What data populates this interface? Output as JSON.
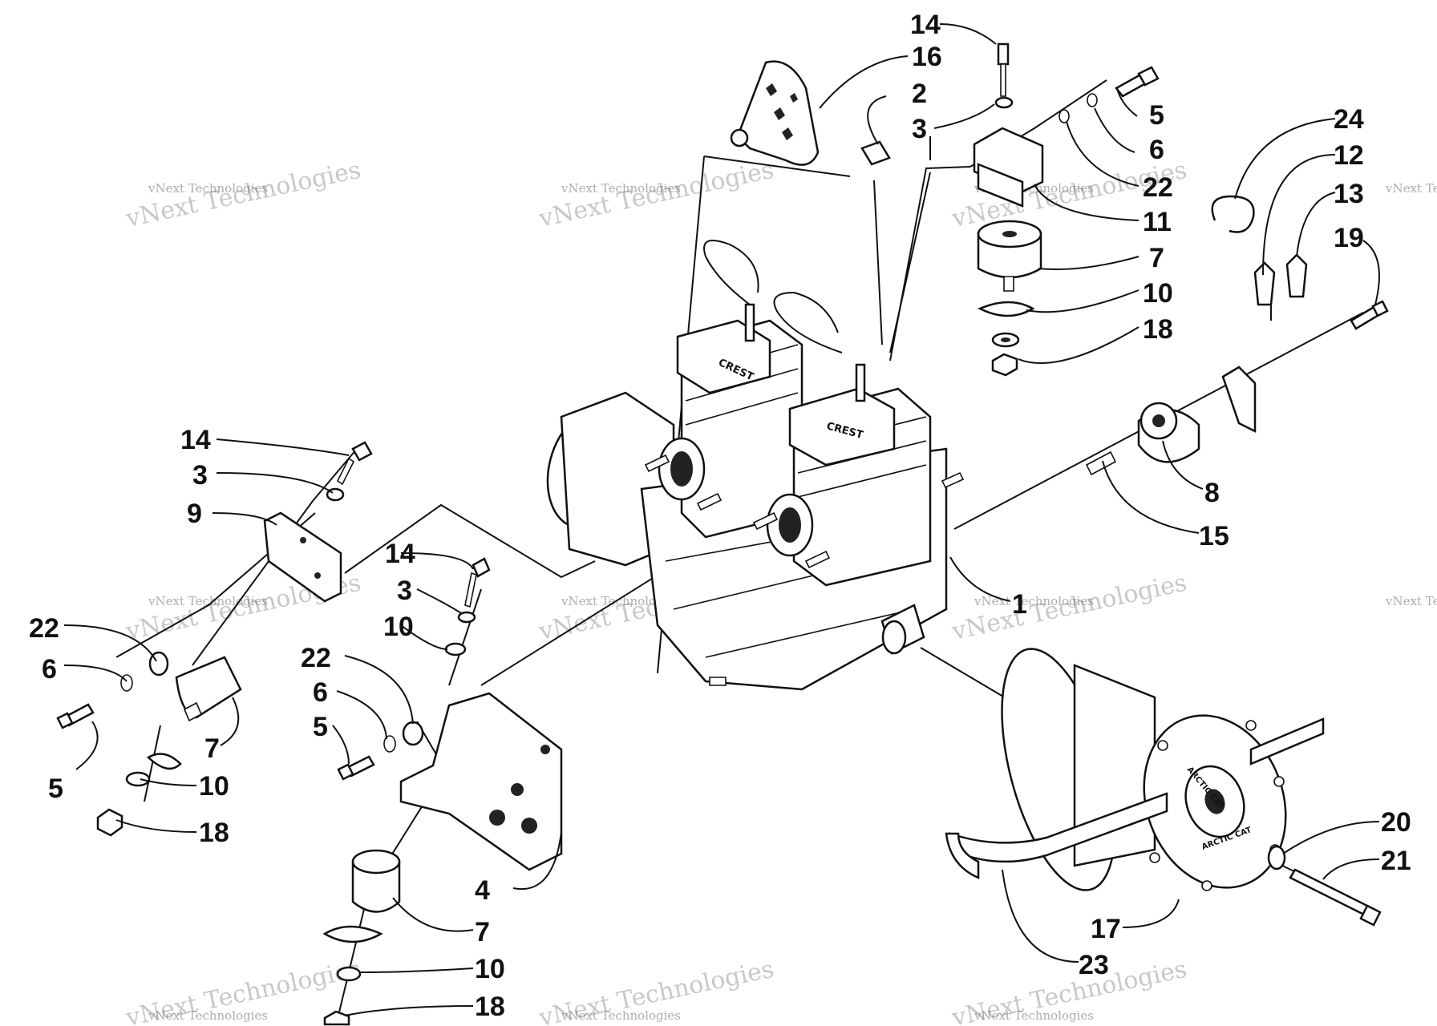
{
  "watermark": {
    "big": "vNext Technologies",
    "small": "vNext Technologies",
    "color": "#9a9a9a"
  },
  "callouts": [
    {
      "id": "c14a",
      "label": "14"
    },
    {
      "id": "c16",
      "label": "16"
    },
    {
      "id": "c2",
      "label": "2"
    },
    {
      "id": "c3a",
      "label": "3"
    },
    {
      "id": "c5a",
      "label": "5"
    },
    {
      "id": "c6a",
      "label": "6"
    },
    {
      "id": "c22a",
      "label": "22"
    },
    {
      "id": "c11",
      "label": "11"
    },
    {
      "id": "c7a",
      "label": "7"
    },
    {
      "id": "c10a",
      "label": "10"
    },
    {
      "id": "c18a",
      "label": "18"
    },
    {
      "id": "c24",
      "label": "24"
    },
    {
      "id": "c12",
      "label": "12"
    },
    {
      "id": "c13",
      "label": "13"
    },
    {
      "id": "c19",
      "label": "19"
    },
    {
      "id": "c8",
      "label": "8"
    },
    {
      "id": "c15",
      "label": "15"
    },
    {
      "id": "c1",
      "label": "1"
    },
    {
      "id": "c14b",
      "label": "14"
    },
    {
      "id": "c3b",
      "label": "3"
    },
    {
      "id": "c9",
      "label": "9"
    },
    {
      "id": "c22b",
      "label": "22"
    },
    {
      "id": "c6b",
      "label": "6"
    },
    {
      "id": "c5b",
      "label": "5"
    },
    {
      "id": "c7b",
      "label": "7"
    },
    {
      "id": "c10b",
      "label": "10"
    },
    {
      "id": "c18b",
      "label": "18"
    },
    {
      "id": "c14c",
      "label": "14"
    },
    {
      "id": "c3c",
      "label": "3"
    },
    {
      "id": "c10c",
      "label": "10"
    },
    {
      "id": "c22c",
      "label": "22"
    },
    {
      "id": "c6c",
      "label": "6"
    },
    {
      "id": "c5c",
      "label": "5"
    },
    {
      "id": "c4",
      "label": "4"
    },
    {
      "id": "c7c",
      "label": "7"
    },
    {
      "id": "c10d",
      "label": "10"
    },
    {
      "id": "c18c",
      "label": "18"
    },
    {
      "id": "c20",
      "label": "20"
    },
    {
      "id": "c21",
      "label": "21"
    },
    {
      "id": "c17",
      "label": "17"
    },
    {
      "id": "c23",
      "label": "23"
    }
  ],
  "engine_brand": {
    "left": "CREST",
    "right": "CREST"
  },
  "clutch_brand": "ARCTIC CAT"
}
